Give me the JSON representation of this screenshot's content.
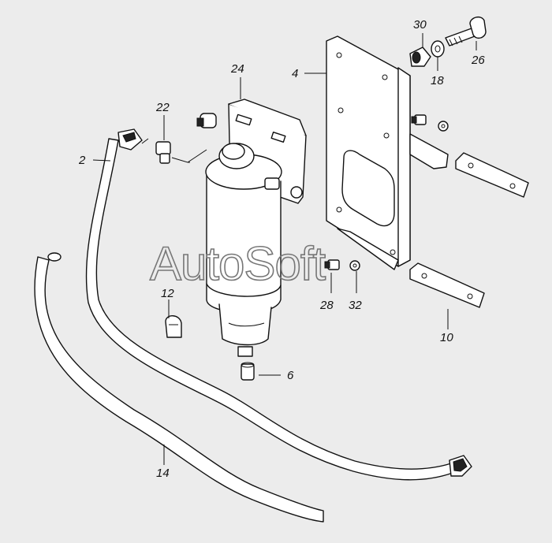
{
  "watermark": "AutoSoft",
  "callouts": {
    "c2": "2",
    "c4": "4",
    "c6": "6",
    "c10": "10",
    "c12": "12",
    "c14": "14",
    "c18": "18",
    "c22": "22",
    "c24": "24",
    "c26": "26",
    "c28": "28",
    "c30": "30",
    "c32": "32"
  }
}
